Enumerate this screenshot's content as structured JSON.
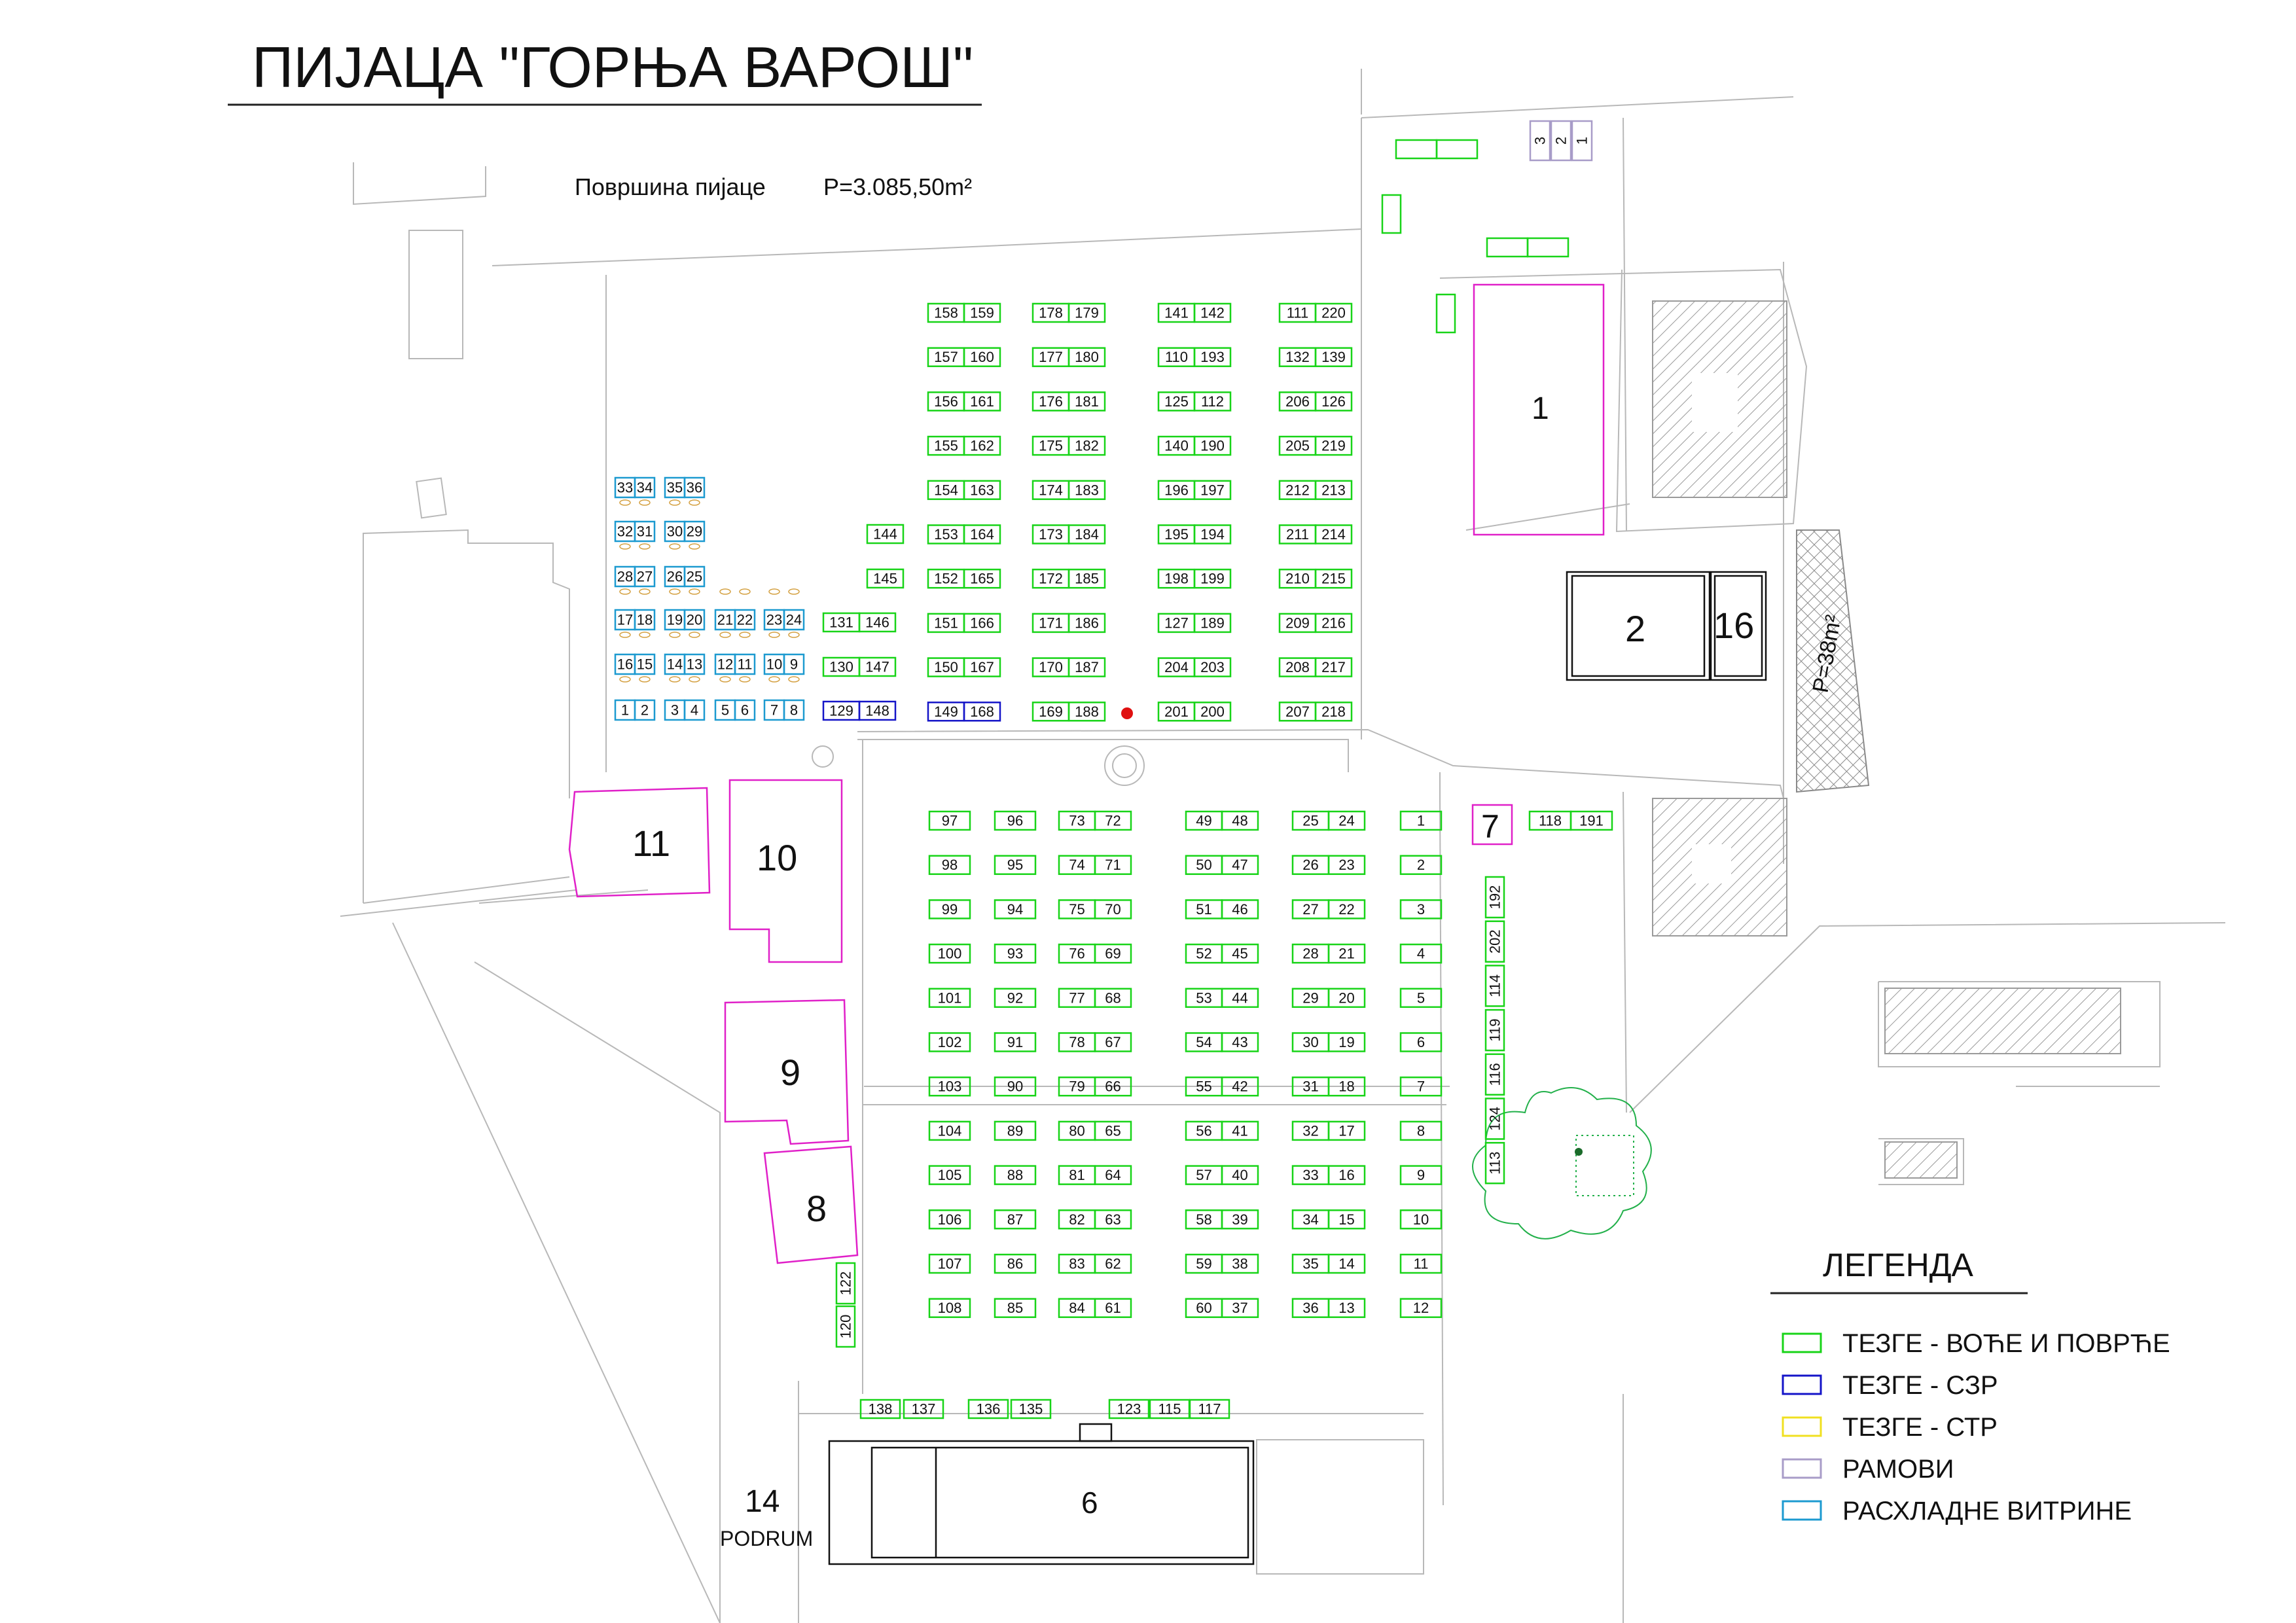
{
  "title": "ПИЈАЦА \"ГОРЊА ВАРОШ\"",
  "area_label": "Површина пијаце",
  "area_value": "P=3.085,50m²",
  "small_area_label": "P=38m²",
  "podrum_label": "PODRUM",
  "colors": {
    "green": "#18d418",
    "blue": "#1414c8",
    "yellow": "#f0e020",
    "lilac": "#a89cc8",
    "cyan": "#1c9ad0",
    "magenta": "#e020c8",
    "black": "#111111",
    "line": "#b8b8b8"
  },
  "legend": {
    "title": "ЛЕГЕНДА",
    "items": [
      {
        "color": "#18d418",
        "label": "ТЕЗГЕ - ВОЋЕ И ПОВРЋЕ"
      },
      {
        "color": "#1414c8",
        "label": "ТЕЗГЕ - СЗР"
      },
      {
        "color": "#f0e020",
        "label": "ТЕЗГЕ - СТР"
      },
      {
        "color": "#a89cc8",
        "label": "РАМОВИ"
      },
      {
        "color": "#1c9ad0",
        "label": "РАСХЛАДНЕ ВИТРИНЕ"
      }
    ]
  },
  "buildings": [
    {
      "label": "1",
      "color": "magenta"
    },
    {
      "label": "2",
      "color": "black"
    },
    {
      "label": "16",
      "color": "black"
    },
    {
      "label": "7",
      "color": "magenta"
    },
    {
      "label": "11",
      "color": "magenta"
    },
    {
      "label": "10",
      "color": "magenta"
    },
    {
      "label": "9",
      "color": "magenta"
    },
    {
      "label": "8",
      "color": "magenta"
    },
    {
      "label": "6",
      "color": "black"
    },
    {
      "label": "14",
      "color": "black"
    }
  ],
  "stall_grids": {
    "north_green": [
      [
        "158",
        "159",
        "178",
        "179",
        "141",
        "142",
        "111",
        "220"
      ],
      [
        "157",
        "160",
        "177",
        "180",
        "110",
        "193",
        "132",
        "139"
      ],
      [
        "156",
        "161",
        "176",
        "181",
        "125",
        "112",
        "206",
        "126"
      ],
      [
        "155",
        "162",
        "175",
        "182",
        "140",
        "190",
        "205",
        "219"
      ],
      [
        "154",
        "163",
        "174",
        "183",
        "196",
        "197",
        "212",
        "213"
      ],
      [
        "153",
        "164",
        "173",
        "184",
        "195",
        "194",
        "211",
        "214"
      ],
      [
        "152",
        "165",
        "172",
        "185",
        "198",
        "199",
        "210",
        "215"
      ],
      [
        "151",
        "166",
        "171",
        "186",
        "127",
        "189",
        "209",
        "216"
      ],
      [
        "150",
        "167",
        "170",
        "187",
        "204",
        "203",
        "208",
        "217"
      ],
      [
        "149",
        "168",
        "169",
        "188",
        "201",
        "200",
        "207",
        "218"
      ]
    ],
    "north_left_col": [
      [
        "144"
      ],
      [
        "145"
      ],
      [
        "131",
        "146"
      ],
      [
        "130",
        "147"
      ],
      [
        "129",
        "148"
      ]
    ],
    "south_green": [
      [
        "97",
        "96",
        "73",
        "72",
        "49",
        "48",
        "25",
        "24",
        "1"
      ],
      [
        "98",
        "95",
        "74",
        "71",
        "50",
        "47",
        "26",
        "23",
        "2"
      ],
      [
        "99",
        "94",
        "75",
        "70",
        "51",
        "46",
        "27",
        "22",
        "3"
      ],
      [
        "100",
        "93",
        "76",
        "69",
        "52",
        "45",
        "28",
        "21",
        "4"
      ],
      [
        "101",
        "92",
        "77",
        "68",
        "53",
        "44",
        "29",
        "20",
        "5"
      ],
      [
        "102",
        "91",
        "78",
        "67",
        "54",
        "43",
        "30",
        "19",
        "6"
      ],
      [
        "103",
        "90",
        "79",
        "66",
        "55",
        "42",
        "31",
        "18",
        "7"
      ],
      [
        "104",
        "89",
        "80",
        "65",
        "56",
        "41",
        "32",
        "17",
        "8"
      ],
      [
        "105",
        "88",
        "81",
        "64",
        "57",
        "40",
        "33",
        "16",
        "9"
      ],
      [
        "106",
        "87",
        "82",
        "63",
        "58",
        "39",
        "34",
        "15",
        "10"
      ],
      [
        "107",
        "86",
        "83",
        "62",
        "59",
        "38",
        "35",
        "14",
        "11"
      ],
      [
        "108",
        "85",
        "84",
        "61",
        "60",
        "37",
        "36",
        "13",
        "12"
      ]
    ],
    "cooling": [
      [
        "33",
        "34",
        "35",
        "36"
      ],
      [
        "32",
        "31",
        "30",
        "29"
      ],
      [
        "28",
        "27",
        "26",
        "25"
      ],
      [
        "17",
        "18",
        "19",
        "20",
        "21",
        "22",
        "23",
        "24"
      ],
      [
        "16",
        "15",
        "14",
        "13",
        "12",
        "11",
        "10",
        "9"
      ],
      [
        "1",
        "2",
        "3",
        "4",
        "5",
        "6",
        "7",
        "8"
      ]
    ],
    "vertical_east": [
      "192",
      "202",
      "114",
      "119",
      "116",
      "124",
      "113"
    ],
    "east_pair": [
      "118",
      "191"
    ],
    "west_vertical": [
      "120",
      "122"
    ],
    "south_row": [
      "138",
      "137",
      "136",
      "135",
      "123",
      "115",
      "117"
    ],
    "frames": [
      "1",
      "2",
      "3"
    ]
  }
}
